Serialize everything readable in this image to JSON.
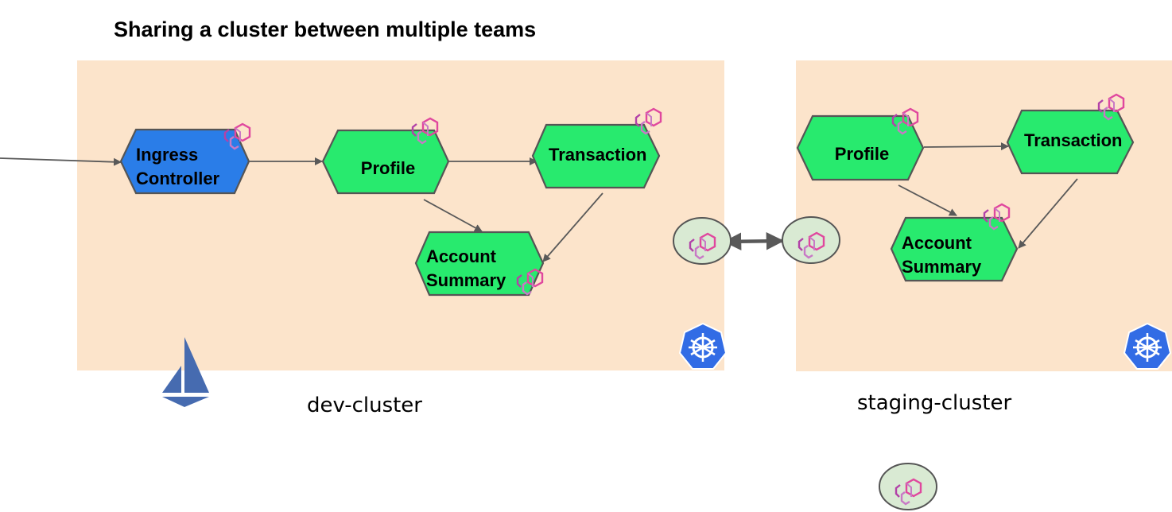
{
  "title": "Sharing a cluster between multiple teams",
  "colors": {
    "cluster_bg": "#fce4cb",
    "service_green": "#28ea6e",
    "ingress_blue": "#2a7de8",
    "node_stroke": "#555555",
    "edge": "#595959",
    "gateway_fill": "#d9ead3",
    "envoy_pink": "#e0479e",
    "envoy_light": "#c879c6",
    "envoy_purple": "#b242a8",
    "kubernetes_blue": "#326ce5",
    "istio_blue": "#466bb0"
  },
  "clusters": [
    {
      "id": "dev",
      "label": "dev-cluster",
      "icons": [
        "kubernetes-icon",
        "istio-icon"
      ],
      "services": [
        {
          "id": "dev-ingress",
          "label_lines": [
            "Ingress",
            "Controller"
          ],
          "kind": "ingress",
          "sidecar": "envoy-icon"
        },
        {
          "id": "dev-profile",
          "label_lines": [
            "Profile"
          ],
          "kind": "service",
          "sidecar": "envoy-icon"
        },
        {
          "id": "dev-transaction",
          "label_lines": [
            "Transaction"
          ],
          "kind": "service",
          "sidecar": "envoy-icon"
        },
        {
          "id": "dev-account",
          "label_lines": [
            "Account",
            "Summary"
          ],
          "kind": "service",
          "sidecar": "envoy-icon"
        }
      ]
    },
    {
      "id": "staging",
      "label": "staging-cluster",
      "icons": [
        "kubernetes-icon"
      ],
      "services": [
        {
          "id": "stg-profile",
          "label_lines": [
            "Profile"
          ],
          "kind": "service",
          "sidecar": "envoy-icon"
        },
        {
          "id": "stg-transaction",
          "label_lines": [
            "Transaction"
          ],
          "kind": "service",
          "sidecar": "envoy-icon"
        },
        {
          "id": "stg-account",
          "label_lines": [
            "Account",
            "Summary"
          ],
          "kind": "service",
          "sidecar": "envoy-icon"
        }
      ]
    }
  ],
  "gateways": [
    {
      "id": "dev-gateway",
      "icon": "envoy-icon"
    },
    {
      "id": "staging-gateway",
      "icon": "envoy-icon"
    },
    {
      "id": "standalone-gateway",
      "icon": "envoy-icon"
    }
  ],
  "edges": [
    {
      "from": "external",
      "to": "dev-ingress"
    },
    {
      "from": "dev-ingress",
      "to": "dev-profile"
    },
    {
      "from": "dev-profile",
      "to": "dev-transaction"
    },
    {
      "from": "dev-profile",
      "to": "dev-account"
    },
    {
      "from": "dev-transaction",
      "to": "dev-account"
    },
    {
      "from": "stg-profile",
      "to": "stg-transaction"
    },
    {
      "from": "stg-profile",
      "to": "stg-account"
    },
    {
      "from": "stg-transaction",
      "to": "stg-account"
    },
    {
      "from": "dev-gateway",
      "to": "staging-gateway",
      "bidirectional": true
    }
  ]
}
